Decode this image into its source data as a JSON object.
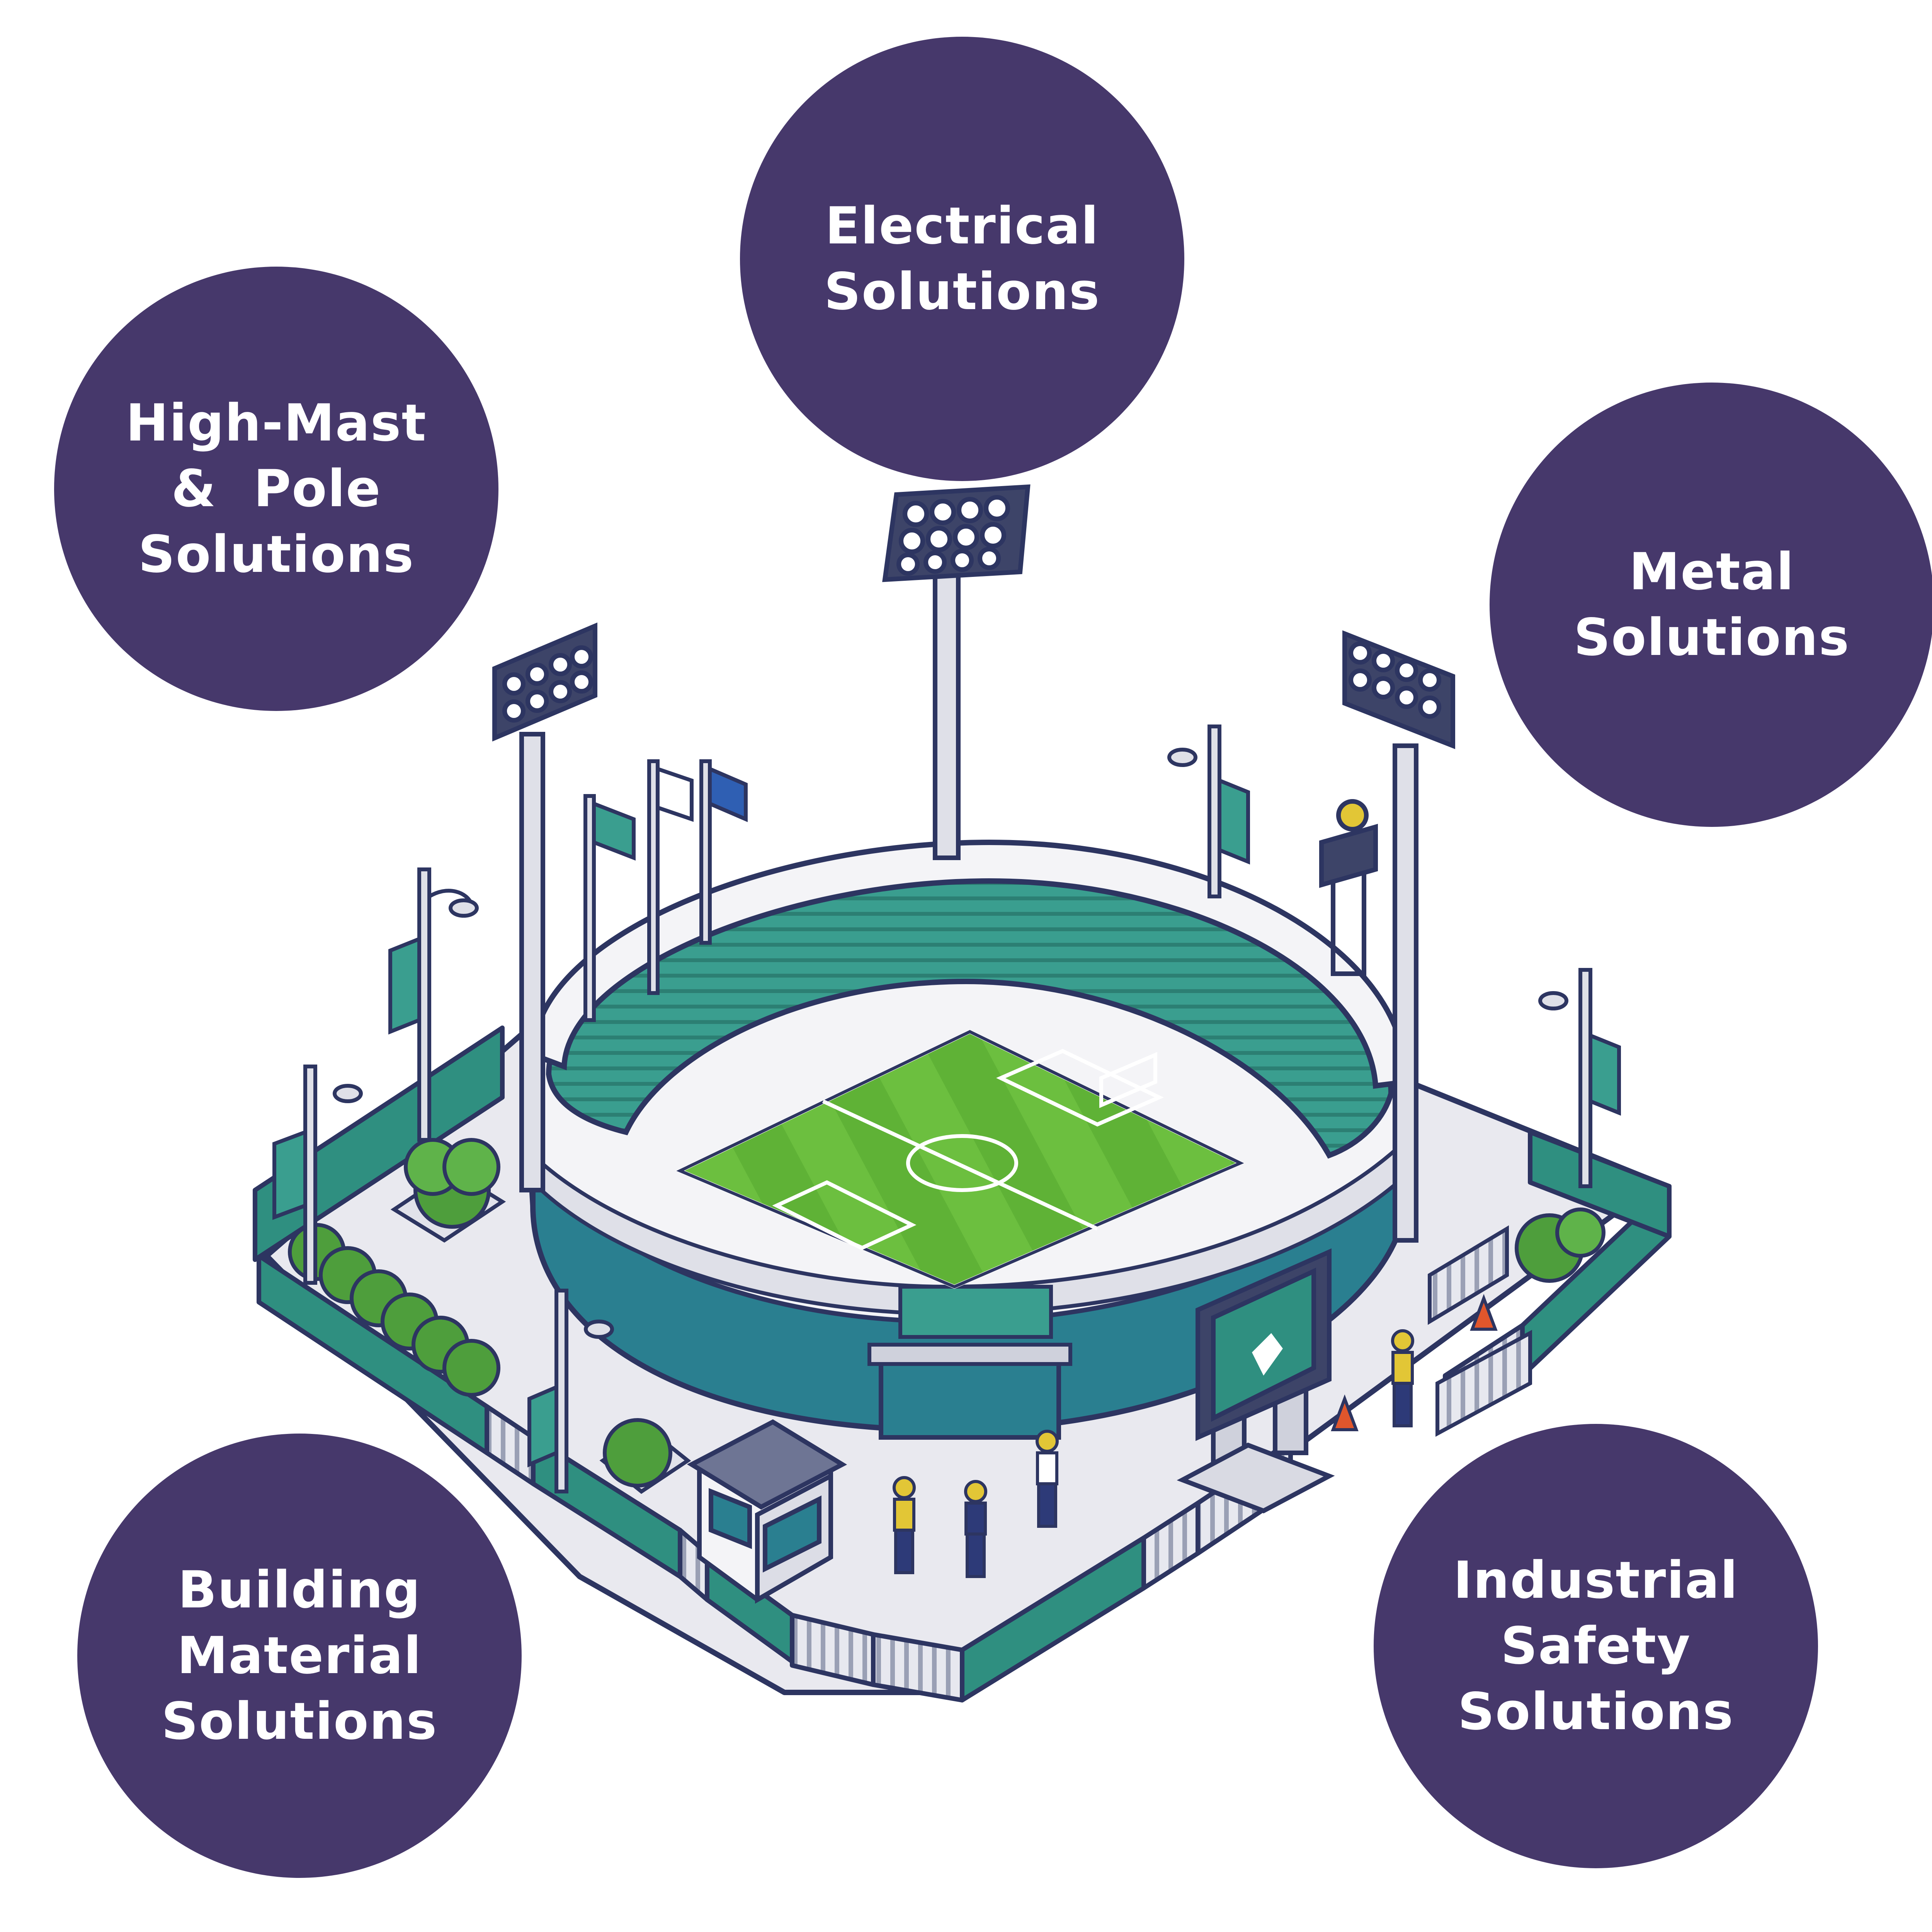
{
  "colors": {
    "bubble": "#46386b",
    "bubble_text": "#ffffff",
    "outline": "#2d3561",
    "teal": "#2f8f80",
    "teal_light": "#4fb5a3",
    "seat": "#3a9e8f",
    "pitch": "#6cbf3f",
    "pitch_dark": "#5aae33",
    "plaza": "#e9e9ef",
    "wall": "#f4f4f7",
    "glass": "#2a7f90",
    "tree": "#4e9e3c",
    "worker_vest": "#e2c636",
    "cone": "#e0562c"
  },
  "bubbles": {
    "electrical": {
      "lines": [
        "Electrical",
        "Solutions"
      ]
    },
    "high_mast": {
      "lines": [
        "High-Mast",
        "&  Pole",
        "Solutions"
      ]
    },
    "metal": {
      "lines": [
        "Metal",
        "Solutions"
      ]
    },
    "building": {
      "lines": [
        "Building",
        "Material",
        "Solutions"
      ]
    },
    "safety": {
      "lines": [
        "Industrial",
        "Safety",
        "Solutions"
      ]
    }
  },
  "illustration": {
    "subject": "stadium",
    "icons": [
      "floodlight-icon",
      "flag-icon",
      "street-lamp-icon",
      "tree-icon",
      "guard-booth-icon",
      "worker-icon",
      "traffic-cone-icon",
      "scoreboard-icon",
      "fence-icon"
    ]
  }
}
